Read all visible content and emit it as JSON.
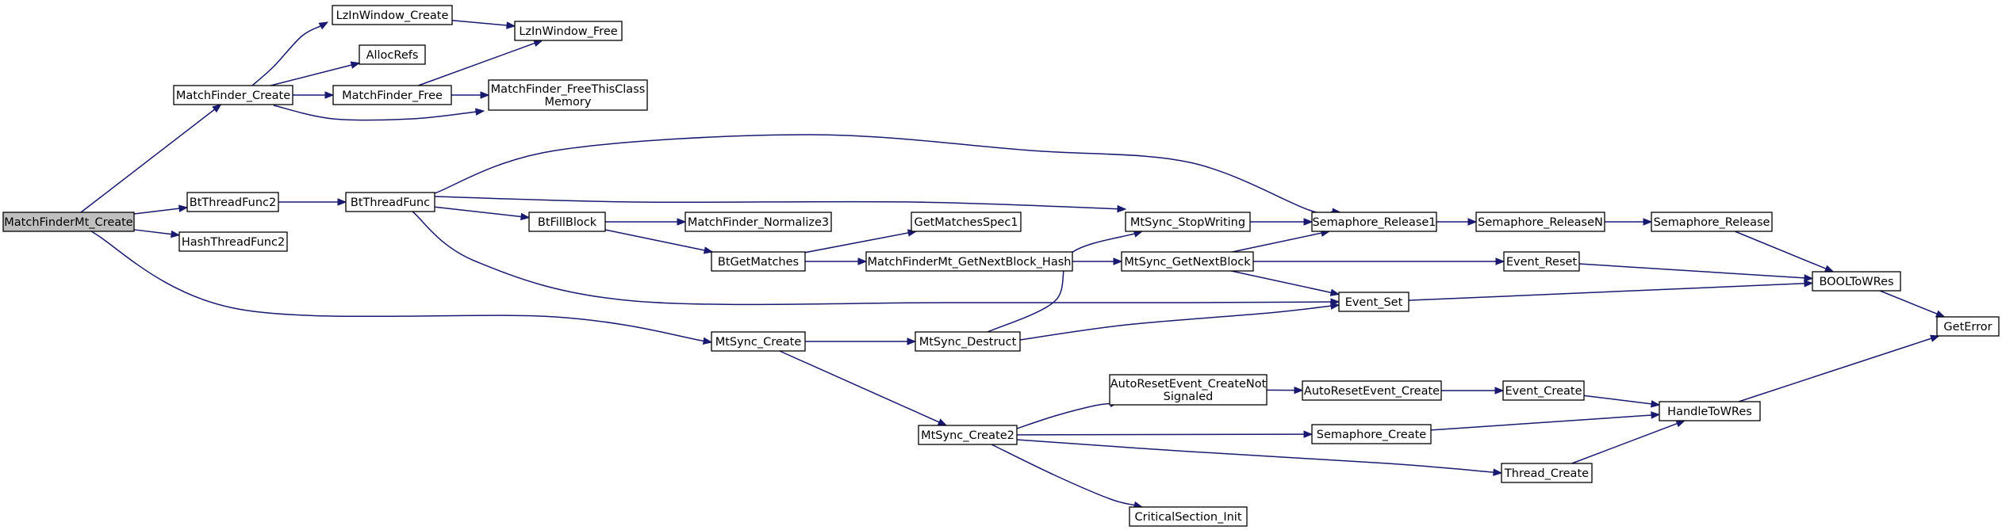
{
  "graph": {
    "type": "call-graph",
    "root": "MatchFinderMt_Create",
    "nodes": [
      {
        "id": "MatchFinderMt_Create",
        "lines": [
          "MatchFinderMt_Create"
        ],
        "root": true
      },
      {
        "id": "MatchFinder_Create",
        "lines": [
          "MatchFinder_Create"
        ]
      },
      {
        "id": "LzInWindow_Create",
        "lines": [
          "LzInWindow_Create"
        ]
      },
      {
        "id": "LzInWindow_Free",
        "lines": [
          "LzInWindow_Free"
        ]
      },
      {
        "id": "AllocRefs",
        "lines": [
          "AllocRefs"
        ]
      },
      {
        "id": "MatchFinder_Free",
        "lines": [
          "MatchFinder_Free"
        ]
      },
      {
        "id": "MatchFinder_FreeThisClassMemory",
        "lines": [
          "MatchFinder_FreeThisClass",
          "Memory"
        ]
      },
      {
        "id": "BtThreadFunc2",
        "lines": [
          "BtThreadFunc2"
        ]
      },
      {
        "id": "BtThreadFunc",
        "lines": [
          "BtThreadFunc"
        ]
      },
      {
        "id": "HashThreadFunc2",
        "lines": [
          "HashThreadFunc2"
        ]
      },
      {
        "id": "BtFillBlock",
        "lines": [
          "BtFillBlock"
        ]
      },
      {
        "id": "MatchFinder_Normalize3",
        "lines": [
          "MatchFinder_Normalize3"
        ]
      },
      {
        "id": "BtGetMatches",
        "lines": [
          "BtGetMatches"
        ]
      },
      {
        "id": "GetMatchesSpec1",
        "lines": [
          "GetMatchesSpec1"
        ]
      },
      {
        "id": "MatchFinderMt_GetNextBlock_Hash",
        "lines": [
          "MatchFinderMt_GetNextBlock_Hash"
        ]
      },
      {
        "id": "MtSync_StopWriting",
        "lines": [
          "MtSync_StopWriting"
        ]
      },
      {
        "id": "MtSync_GetNextBlock",
        "lines": [
          "MtSync_GetNextBlock"
        ]
      },
      {
        "id": "Semaphore_Release1",
        "lines": [
          "Semaphore_Release1"
        ]
      },
      {
        "id": "Semaphore_ReleaseN",
        "lines": [
          "Semaphore_ReleaseN"
        ]
      },
      {
        "id": "Semaphore_Release",
        "lines": [
          "Semaphore_Release"
        ]
      },
      {
        "id": "Event_Reset",
        "lines": [
          "Event_Reset"
        ]
      },
      {
        "id": "Event_Set",
        "lines": [
          "Event_Set"
        ]
      },
      {
        "id": "BOOLToWRes",
        "lines": [
          "BOOLToWRes"
        ]
      },
      {
        "id": "GetError",
        "lines": [
          "GetError"
        ]
      },
      {
        "id": "MtSync_Create",
        "lines": [
          "MtSync_Create"
        ]
      },
      {
        "id": "MtSync_Destruct",
        "lines": [
          "MtSync_Destruct"
        ]
      },
      {
        "id": "MtSync_Create2",
        "lines": [
          "MtSync_Create2"
        ]
      },
      {
        "id": "AutoResetEvent_CreateNotSignaled",
        "lines": [
          "AutoResetEvent_CreateNot",
          "Signaled"
        ]
      },
      {
        "id": "AutoResetEvent_Create",
        "lines": [
          "AutoResetEvent_Create"
        ]
      },
      {
        "id": "Event_Create",
        "lines": [
          "Event_Create"
        ]
      },
      {
        "id": "HandleToWRes",
        "lines": [
          "HandleToWRes"
        ]
      },
      {
        "id": "Semaphore_Create",
        "lines": [
          "Semaphore_Create"
        ]
      },
      {
        "id": "Thread_Create",
        "lines": [
          "Thread_Create"
        ]
      },
      {
        "id": "CriticalSection_Init",
        "lines": [
          "CriticalSection_Init"
        ]
      }
    ],
    "edges": [
      {
        "from": "MatchFinderMt_Create",
        "to": "MatchFinder_Create"
      },
      {
        "from": "MatchFinderMt_Create",
        "to": "BtThreadFunc2"
      },
      {
        "from": "MatchFinderMt_Create",
        "to": "HashThreadFunc2"
      },
      {
        "from": "MatchFinderMt_Create",
        "to": "MtSync_Create"
      },
      {
        "from": "MatchFinder_Create",
        "to": "LzInWindow_Create"
      },
      {
        "from": "MatchFinder_Create",
        "to": "AllocRefs"
      },
      {
        "from": "MatchFinder_Create",
        "to": "MatchFinder_Free"
      },
      {
        "from": "MatchFinder_Create",
        "to": "MatchFinder_FreeThisClassMemory"
      },
      {
        "from": "LzInWindow_Create",
        "to": "LzInWindow_Free"
      },
      {
        "from": "MatchFinder_Free",
        "to": "LzInWindow_Free"
      },
      {
        "from": "MatchFinder_Free",
        "to": "MatchFinder_FreeThisClassMemory"
      },
      {
        "from": "BtThreadFunc2",
        "to": "BtThreadFunc"
      },
      {
        "from": "BtThreadFunc",
        "to": "Semaphore_Release1"
      },
      {
        "from": "BtThreadFunc",
        "to": "MtSync_StopWriting"
      },
      {
        "from": "BtThreadFunc",
        "to": "BtFillBlock"
      },
      {
        "from": "BtThreadFunc",
        "to": "Event_Set"
      },
      {
        "from": "BtFillBlock",
        "to": "MatchFinder_Normalize3"
      },
      {
        "from": "BtFillBlock",
        "to": "BtGetMatches"
      },
      {
        "from": "BtGetMatches",
        "to": "GetMatchesSpec1"
      },
      {
        "from": "BtGetMatches",
        "to": "MatchFinderMt_GetNextBlock_Hash"
      },
      {
        "from": "MatchFinderMt_GetNextBlock_Hash",
        "to": "MtSync_GetNextBlock"
      },
      {
        "from": "MtSync_StopWriting",
        "to": "Semaphore_Release1"
      },
      {
        "from": "MtSync_GetNextBlock",
        "to": "Semaphore_Release1"
      },
      {
        "from": "MtSync_GetNextBlock",
        "to": "Event_Reset"
      },
      {
        "from": "MtSync_GetNextBlock",
        "to": "Event_Set"
      },
      {
        "from": "Semaphore_Release1",
        "to": "Semaphore_ReleaseN"
      },
      {
        "from": "Semaphore_ReleaseN",
        "to": "Semaphore_Release"
      },
      {
        "from": "Semaphore_Release",
        "to": "BOOLToWRes"
      },
      {
        "from": "Event_Reset",
        "to": "BOOLToWRes"
      },
      {
        "from": "Event_Set",
        "to": "BOOLToWRes"
      },
      {
        "from": "BOOLToWRes",
        "to": "GetError"
      },
      {
        "from": "MtSync_Create",
        "to": "MtSync_Destruct"
      },
      {
        "from": "MtSync_Create",
        "to": "MtSync_Create2"
      },
      {
        "from": "MtSync_Destruct",
        "to": "MtSync_StopWriting"
      },
      {
        "from": "MtSync_Destruct",
        "to": "Event_Set"
      },
      {
        "from": "MtSync_Create2",
        "to": "AutoResetEvent_CreateNotSignaled"
      },
      {
        "from": "MtSync_Create2",
        "to": "Semaphore_Create"
      },
      {
        "from": "MtSync_Create2",
        "to": "Thread_Create"
      },
      {
        "from": "MtSync_Create2",
        "to": "CriticalSection_Init"
      },
      {
        "from": "AutoResetEvent_CreateNotSignaled",
        "to": "AutoResetEvent_Create"
      },
      {
        "from": "AutoResetEvent_Create",
        "to": "Event_Create"
      },
      {
        "from": "Event_Create",
        "to": "HandleToWRes"
      },
      {
        "from": "Semaphore_Create",
        "to": "HandleToWRes"
      },
      {
        "from": "Thread_Create",
        "to": "HandleToWRes"
      },
      {
        "from": "HandleToWRes",
        "to": "GetError"
      }
    ]
  },
  "colors": {
    "edge": "#191970",
    "root_fill": "#bfbfbf",
    "node_fill": "#ffffff",
    "node_border": "#000000",
    "background": "#ffffff"
  }
}
